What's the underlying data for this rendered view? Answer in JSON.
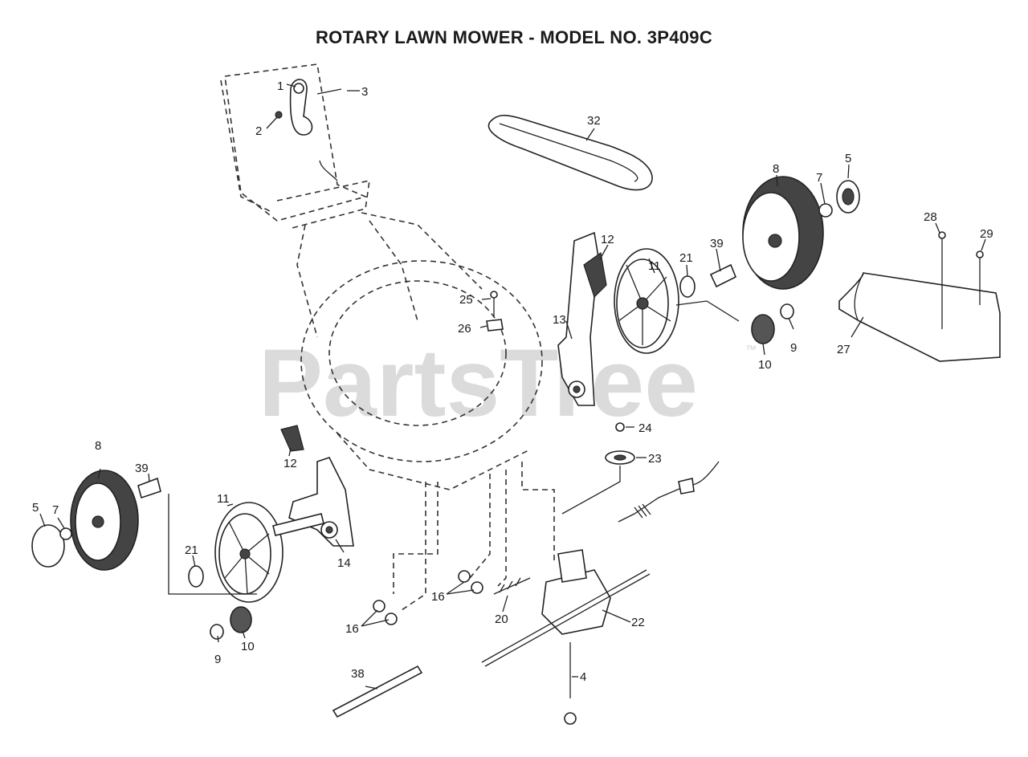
{
  "title": "ROTARY LAWN MOWER - MODEL NO.  3P409C",
  "watermark": {
    "text": "PartsTree",
    "trademark": "™"
  },
  "callouts": {
    "c1": "1",
    "c2": "2",
    "c3": "3",
    "c32": "32",
    "c8r": "8",
    "c7r": "7",
    "c5r": "5",
    "c28": "28",
    "c29": "29",
    "c27": "27",
    "c12r": "12",
    "c11r": "11",
    "c21r": "21",
    "c39r": "39",
    "c25": "25",
    "c26": "26",
    "c13": "13",
    "c9r": "9",
    "c10r": "10",
    "c24": "24",
    "c23": "23",
    "c12l": "12",
    "c8l": "8",
    "c39l": "39",
    "c5l": "5",
    "c7l": "7",
    "c11l": "11",
    "c21l": "21",
    "c14": "14",
    "c9l": "9",
    "c10l": "10",
    "c16a": "16",
    "c16b": "16",
    "c20": "20",
    "c22": "22",
    "c38": "38",
    "c4": "4"
  }
}
